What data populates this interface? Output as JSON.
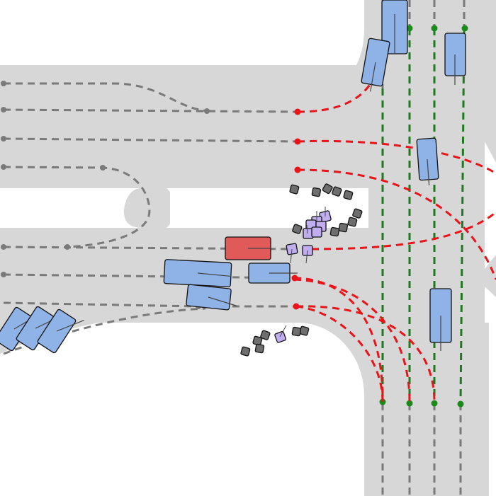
{
  "scene": {
    "colors": {
      "road": "#d7d7d7",
      "background": "#ffffff",
      "lane_unrelated": "#7a7a7a",
      "lane_entry": "#e8141a",
      "lane_crosswalk_green": "#1f7a1f",
      "ego_vehicle": "#e05a5a",
      "other_vehicle": "#8fb3e6",
      "cyclist": "#c0aef0",
      "pedestrian": "#6e6e6e"
    },
    "legend": {
      "ego": "ego vehicle",
      "vehicle": "vehicle",
      "cyclist": "cyclist",
      "pedestrian": "pedestrian"
    },
    "counts": {
      "vehicles": 11,
      "cyclists": 9,
      "pedestrians": 20
    }
  }
}
